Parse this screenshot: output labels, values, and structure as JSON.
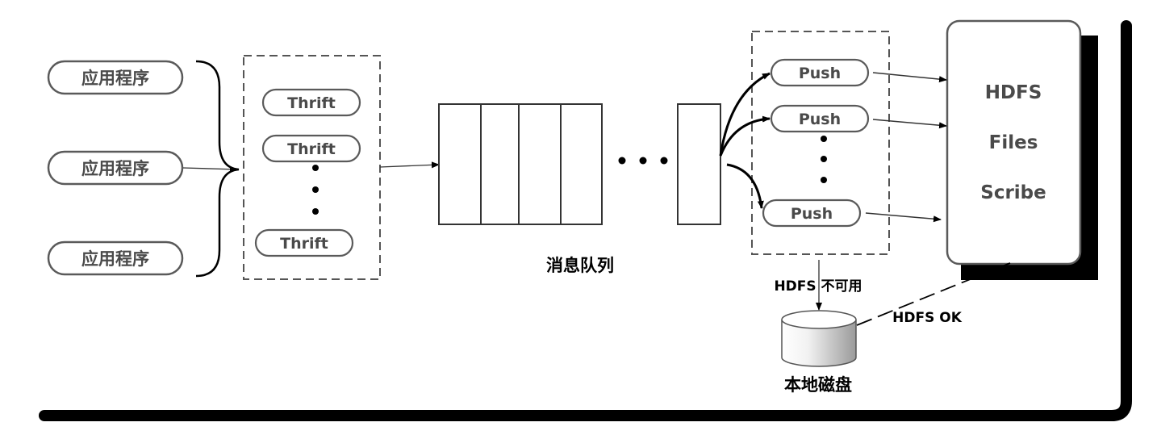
{
  "apps": {
    "app1": "应用程序",
    "app2": "应用程序",
    "app3": "应用程序"
  },
  "thrift": {
    "t1": "Thrift",
    "t2": "Thrift",
    "t3": "Thrift"
  },
  "queue": {
    "label": "消息队列"
  },
  "push": {
    "p1": "Push",
    "p2": "Push",
    "p3": "Push"
  },
  "hdfs_box": {
    "line1": "HDFS",
    "line2": "Files",
    "line3": "Scribe"
  },
  "disk": {
    "label": "本地磁盘"
  },
  "edges": {
    "unavailable": "HDFS 不可用",
    "ok": "HDFS OK"
  },
  "colors": {
    "stroke": "#5a5a5a",
    "text": "#4a4a4a",
    "black": "#000000",
    "disk_light": "#f2f2f2",
    "disk_dark": "#9a9a9a"
  }
}
